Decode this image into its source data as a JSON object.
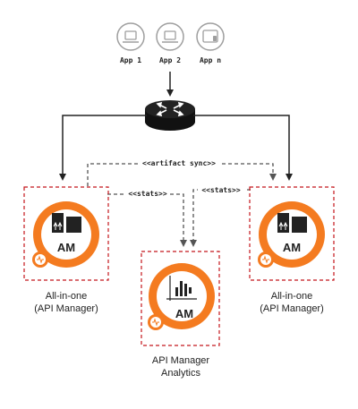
{
  "apps": [
    {
      "label": "App 1"
    },
    {
      "label": "App 2"
    },
    {
      "label": "App n"
    }
  ],
  "edges": {
    "artifact_sync": "<<artifact sync>>",
    "stats_left": "<<stats>>",
    "stats_right": "<<stats>>"
  },
  "nodes": {
    "left": {
      "badge": "AM",
      "caption_line1": "All-in-one",
      "caption_line2": "(API Manager)"
    },
    "right": {
      "badge": "AM",
      "caption_line1": "All-in-one",
      "caption_line2": "(API Manager)"
    },
    "analytics": {
      "badge": "AM",
      "caption_line1": "API Manager",
      "caption_line2": "Analytics"
    }
  },
  "colors": {
    "accent": "#f47b20",
    "dashed_border": "#c4161c",
    "app_icon": "#9e9e9e",
    "router": "#111111",
    "line": "#222222"
  },
  "icons": {
    "app": "laptop-icon",
    "app_n": "tablet-icon",
    "router": "router-icon",
    "am": "gateway-icon",
    "analytics": "chart-icon"
  }
}
